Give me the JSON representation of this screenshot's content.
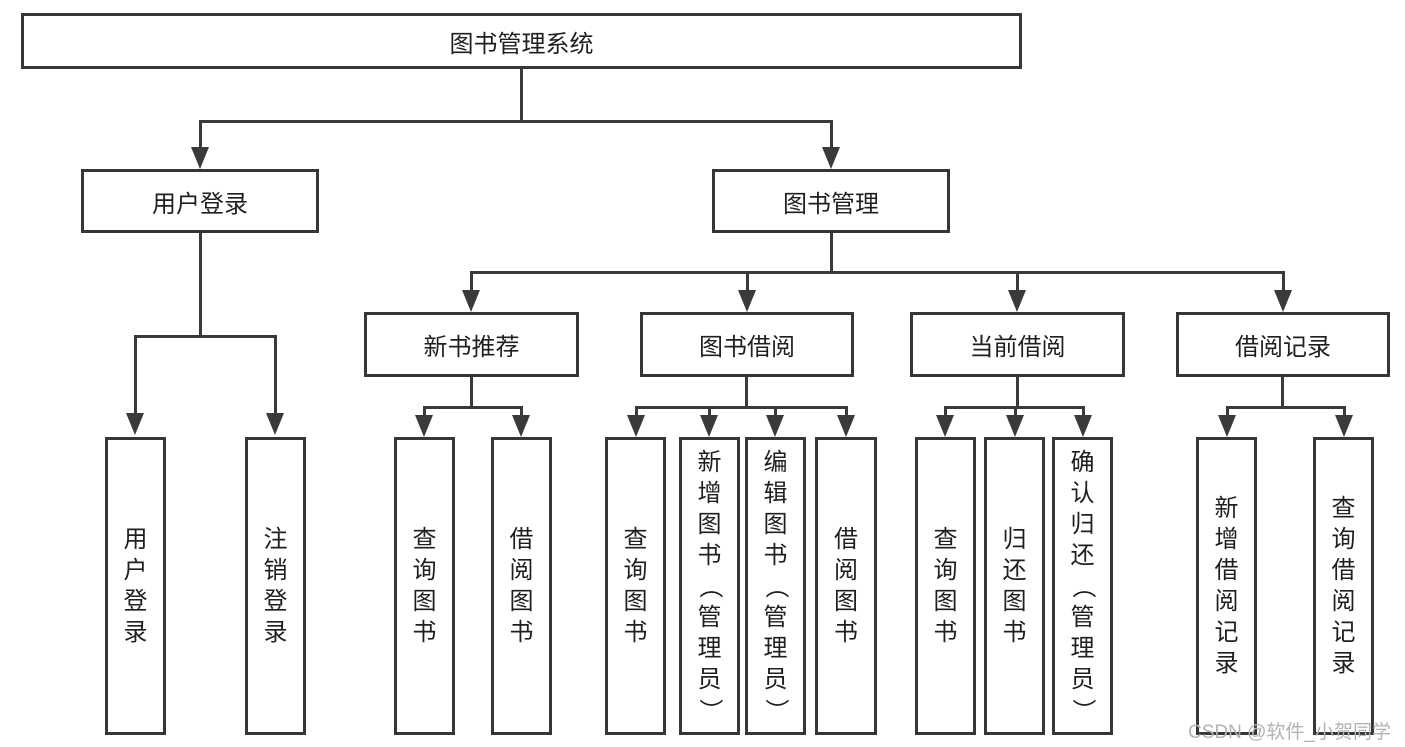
{
  "tree": {
    "label": "图书管理系统",
    "children": [
      {
        "label": "用户登录",
        "children": [
          {
            "label": "用户登录"
          },
          {
            "label": "注销登录"
          }
        ]
      },
      {
        "label": "图书管理",
        "children": [
          {
            "label": "新书推荐",
            "children": [
              {
                "label": "查询图书"
              },
              {
                "label": "借阅图书"
              }
            ]
          },
          {
            "label": "图书借阅",
            "children": [
              {
                "label": "查询图书"
              },
              {
                "label": "新增图书（管理员）"
              },
              {
                "label": "编辑图书（管理员）"
              },
              {
                "label": "借阅图书"
              }
            ]
          },
          {
            "label": "当前借阅",
            "children": [
              {
                "label": "查询图书"
              },
              {
                "label": "归还图书"
              },
              {
                "label": "确认归还（管理员）"
              }
            ]
          },
          {
            "label": "借阅记录",
            "children": [
              {
                "label": "新增借阅记录"
              },
              {
                "label": "查询借阅记录"
              }
            ]
          }
        ]
      }
    ]
  },
  "watermark": {
    "text": "CSDN @软件_小贺同学"
  },
  "colors": {
    "line": "#3a3a3a",
    "box_border": "#363636",
    "box_fill": "#ffffff",
    "text": "#1f1f1f",
    "watermark": "#b3b3b3",
    "background": "#ffffff"
  }
}
